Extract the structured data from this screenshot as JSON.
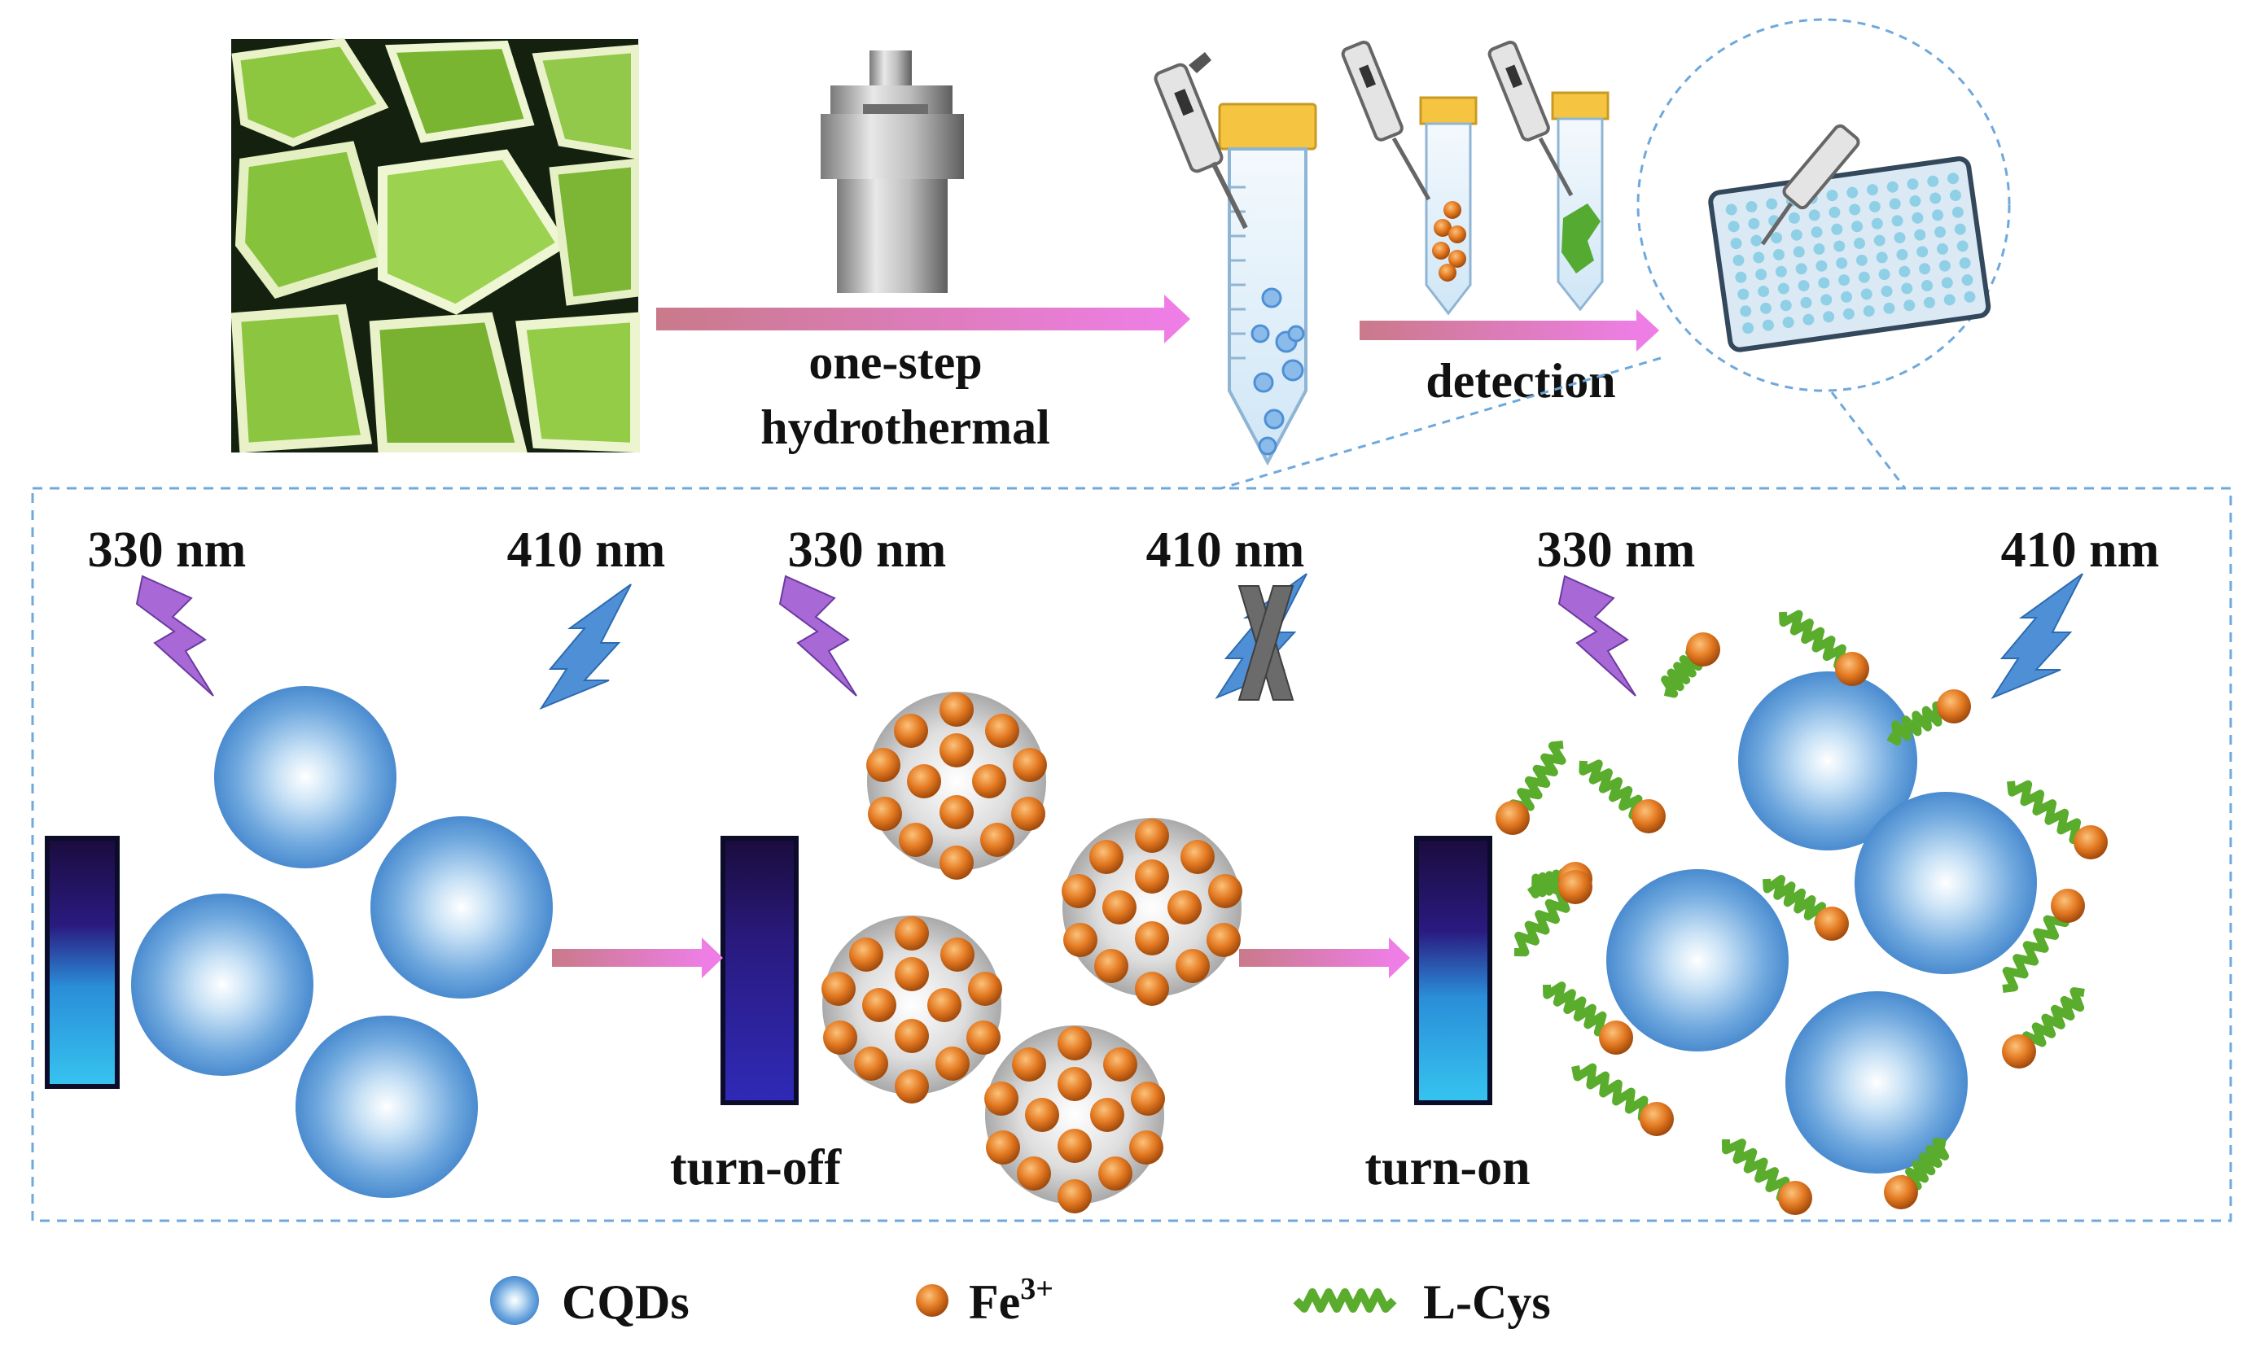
{
  "top_flow": {
    "step1_label_line1": "one-step",
    "step1_label_line2": "hydrothermal",
    "step2_label": "detection"
  },
  "panels": [
    {
      "excitation_label": "330 nm",
      "emission_label": "410 nm",
      "state_label": ""
    },
    {
      "excitation_label": "330 nm",
      "emission_label": "410 nm",
      "state_label": "turn-off"
    },
    {
      "excitation_label": "330 nm",
      "emission_label": "410 nm",
      "state_label": "turn-on"
    }
  ],
  "legend": {
    "cqds": "CQDs",
    "fe_base": "Fe",
    "fe_charge": "3+",
    "lcys": "L-Cys"
  },
  "colors": {
    "arrow_pink": "#e879d9",
    "excitation_bolt": "#a868d6",
    "emission_bolt": "#4f8fd6",
    "cqd_blue": "#5d9ad6",
    "fe_orange": "#e0741c",
    "lcys_green": "#5aac2c",
    "dashed_border": "#6fa8dc",
    "peel_green": "#8cc63f"
  },
  "icons": [
    "lime-peel-photo",
    "autoclave-icon",
    "pipette-icon",
    "centrifuge-tube-icon",
    "well-plate-icon",
    "cuvette-icon",
    "lightning-bolt-icon",
    "cross-mark-icon"
  ]
}
